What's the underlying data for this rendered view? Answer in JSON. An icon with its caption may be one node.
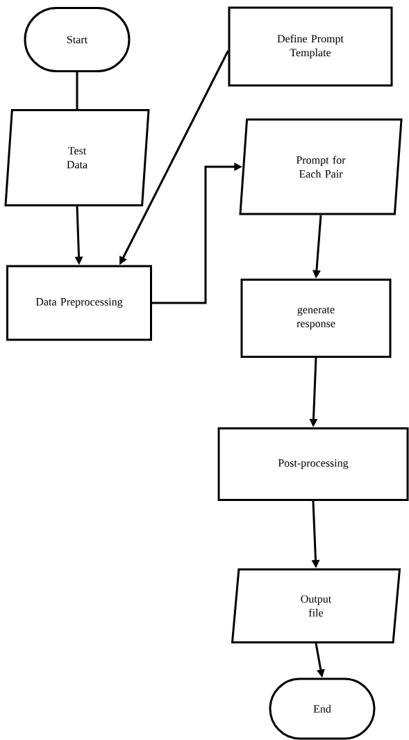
{
  "diagram": {
    "nodes": [
      {
        "text": [
          "Start"
        ]
      },
      {
        "text": [
          "Test Data"
        ]
      },
      {
        "text": [
          "Define Prompt Template"
        ]
      },
      {
        "text": [
          "Data Preprocessing"
        ]
      },
      {
        "text": [
          "Prompt for Each Pair"
        ]
      },
      {
        "text": [
          "generate response"
        ]
      },
      {
        "text": [
          "Post-processing"
        ]
      },
      {
        "text": [
          "Output file"
        ]
      },
      {
        "text": [
          "End"
        ]
      }
    ],
    "edges": [
      {
        "from": 0,
        "to": 1,
        "arrow": "none"
      },
      {
        "from": 1,
        "to": 3,
        "arrow": "to"
      },
      {
        "from": 2,
        "to": 3,
        "arrow": "to"
      },
      {
        "from": 3,
        "to": 4,
        "arrow": "to"
      },
      {
        "from": 4,
        "to": 5,
        "arrow": "to"
      },
      {
        "from": 5,
        "to": 6,
        "arrow": "to"
      },
      {
        "from": 6,
        "to": 7,
        "arrow": "to"
      },
      {
        "from": 7,
        "to": 8,
        "arrow": "to"
      }
    ]
  }
}
